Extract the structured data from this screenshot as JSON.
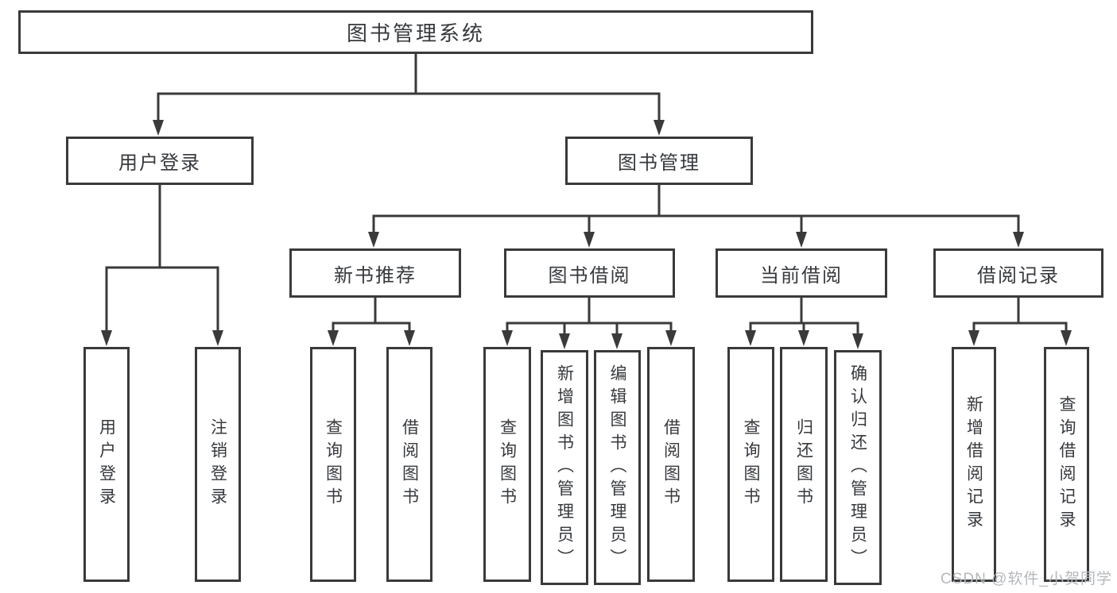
{
  "diagram": {
    "root": {
      "label": "图书管理系统"
    },
    "level2": [
      {
        "label": "用户登录",
        "children": [
          "用户登录",
          "注销登录"
        ]
      },
      {
        "label": "图书管理"
      }
    ],
    "level3": [
      {
        "label": "新书推荐",
        "children": [
          "查询图书",
          "借阅图书"
        ]
      },
      {
        "label": "图书借阅",
        "children": [
          "查询图书",
          "新增图书（管理员）",
          "编辑图书（管理员）",
          "借阅图书"
        ]
      },
      {
        "label": "当前借阅",
        "children": [
          "查询图书",
          "归还图书",
          "确认归还（管理员）"
        ]
      },
      {
        "label": "借阅记录",
        "children": [
          "新增借阅记录",
          "查询借阅记录"
        ]
      }
    ]
  },
  "watermark": {
    "text": "CSDN @软件_小贺同学"
  },
  "colors": {
    "line": "#3a3a3a",
    "border": "#3a3a3a",
    "text": "#36393d",
    "box_fill": "#ffffff",
    "watermark": "#b5b8bc",
    "background": "#ffffff"
  }
}
